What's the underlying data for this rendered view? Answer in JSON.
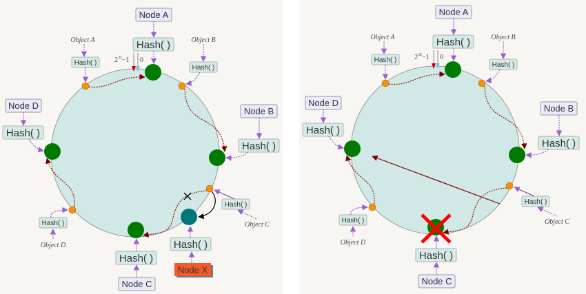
{
  "colors": {
    "background": "#f7f6f2",
    "ring_fill": "#d1e9e6",
    "node_dot": "#007a00",
    "new_node_dot": "#00787a",
    "object_dot": "#f5900b",
    "node_box": "#eaeafc",
    "hash_box": "#d6ebe7",
    "node_x_box": "#f25a2b",
    "arrow_purple": "#9a5fd0",
    "path_red": "#8b1414",
    "cross_red": "#ff0000"
  },
  "labels": {
    "hash": "Hash( )",
    "node_a": "Node A",
    "node_b": "Node B",
    "node_c": "Node C",
    "node_d": "Node D",
    "node_x": "Node X",
    "object_a": "Object A",
    "object_b": "Object B",
    "object_c": "Object C",
    "object_d": "Object D",
    "max_base": "2",
    "max_exp": "32",
    "max_suffix": "−1",
    "zero": "0"
  },
  "panels": [
    {
      "name": "left-panel-add-node",
      "added_node": "Node X",
      "removed_node": null
    },
    {
      "name": "right-panel-remove-node",
      "added_node": null,
      "removed_node": "Node C"
    }
  ]
}
